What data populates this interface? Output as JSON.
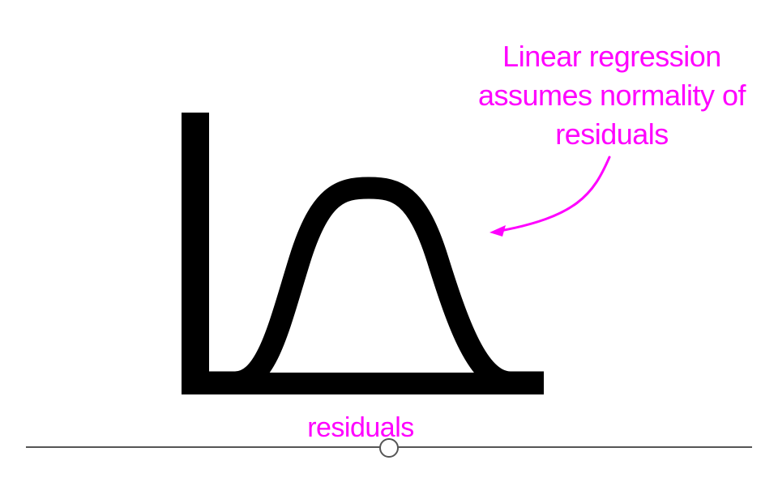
{
  "colors": {
    "annotation": "#ff00ff",
    "curve": "#000000",
    "slider_track": "#555555",
    "background": "#ffffff"
  },
  "annotation": {
    "lines": [
      "Linear regression",
      "assumes normality of",
      "residuals"
    ]
  },
  "axis": {
    "x_label": "residuals"
  },
  "slider": {
    "position": 0.5
  }
}
